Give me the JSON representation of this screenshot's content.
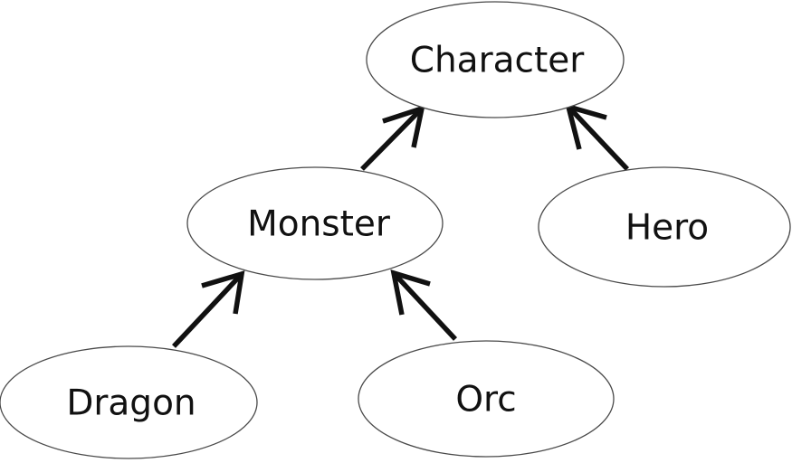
{
  "diagram": {
    "type": "inheritance-hierarchy",
    "nodes": [
      {
        "id": "character",
        "label": "Character"
      },
      {
        "id": "monster",
        "label": "Monster"
      },
      {
        "id": "hero",
        "label": "Hero"
      },
      {
        "id": "dragon",
        "label": "Dragon"
      },
      {
        "id": "orc",
        "label": "Orc"
      }
    ],
    "edges": [
      {
        "from": "Monster",
        "to": "Character"
      },
      {
        "from": "Hero",
        "to": "Character"
      },
      {
        "from": "Dragon",
        "to": "Monster"
      },
      {
        "from": "Orc",
        "to": "Monster"
      }
    ],
    "colors": {
      "background": "#ffffff",
      "node_fill": "#ffffff",
      "node_stroke": "#4a4a4a",
      "edge_stroke": "#111111",
      "text": "#111111"
    }
  }
}
